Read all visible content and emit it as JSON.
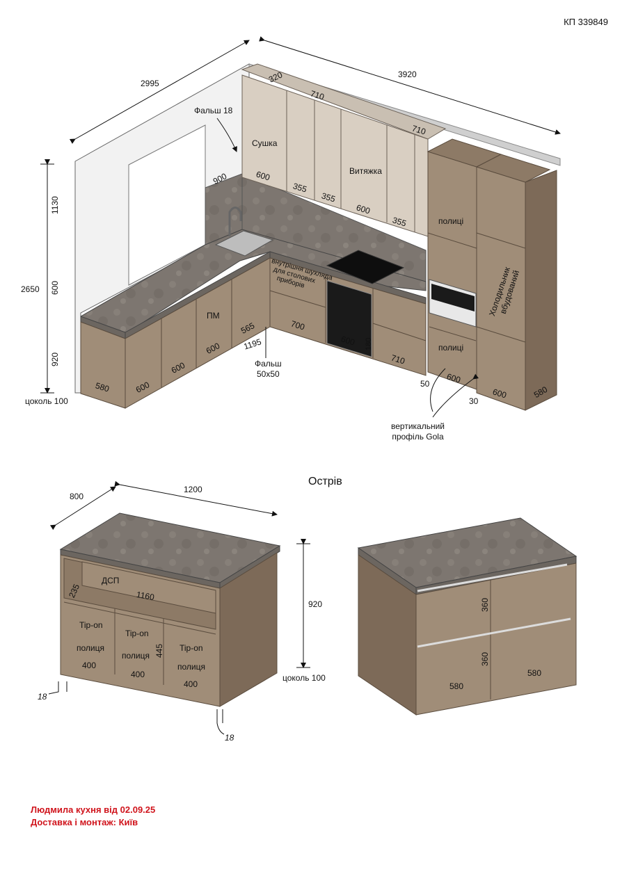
{
  "document_code": "КП 339849",
  "kitchen": {
    "overall": {
      "left_wall": "2995",
      "back_wall": "3920",
      "upper_height": "1130",
      "total_height": "2650",
      "splash_height": "600",
      "base_height": "920",
      "plinth": "цоколь 100"
    },
    "labels": {
      "false_panel_18": "Фальш 18",
      "dryer": "Сушка",
      "hood": "Витяжка",
      "dishwasher": "ПМ",
      "cutlery_drawer_1": "внутрішня шухляда",
      "cutlery_drawer_2": "для столових",
      "cutlery_drawer_3": "приборів",
      "shelves_top": "полиці",
      "shelves_bottom": "полиці",
      "fridge_1": "Холодильник",
      "fridge_2": "вбудований",
      "false_corner_1": "Фальш",
      "false_corner_2": "50х50",
      "gola_1": "вертикальний",
      "gola_2": "профіль Gola"
    },
    "upper_dims": {
      "d320": "320",
      "w710a": "710",
      "w710b": "710",
      "w600a": "600",
      "w355a": "355",
      "w355b": "355",
      "w600b": "600",
      "w355c": "355",
      "d900": "900"
    },
    "base_dims": {
      "d580": "580",
      "w600a": "600",
      "w600b": "600",
      "w600c": "600",
      "w565": "565",
      "w1195": "1195",
      "w700": "700",
      "w600d": "600",
      "h180": "180",
      "w710": "710",
      "w50": "50",
      "w600e": "600",
      "w30": "30",
      "w600f": "600",
      "d580b": "580"
    }
  },
  "island": {
    "title": "Острів",
    "depth": "800",
    "width": "1200",
    "height": "920",
    "plinth": "цоколь 100",
    "left": {
      "niche_h": "235",
      "chipboard": "ДСП",
      "niche_w": "1160",
      "tipon_1": "Tip-on",
      "shelf_1": "полиця",
      "w1": "400",
      "tipon_2": "Tip-on",
      "shelf_2": "полиця",
      "w2": "400",
      "tipon_3": "Tip-on",
      "shelf_3": "полиця",
      "w3": "400",
      "h445": "445",
      "t18a": "18",
      "t18b": "18"
    },
    "right": {
      "h360a": "360",
      "h360b": "360",
      "w580a": "580",
      "w580b": "580"
    }
  },
  "footer": {
    "line1": "Людмила кухня від 02.09.25",
    "line2": "Доставка і монтаж: Київ"
  },
  "colors": {
    "fronts": "#a08d78",
    "fronts_dark": "#7d6a58",
    "upper": "#d9cfc2",
    "counter": "#7a746e",
    "accent": "#d0141c"
  }
}
